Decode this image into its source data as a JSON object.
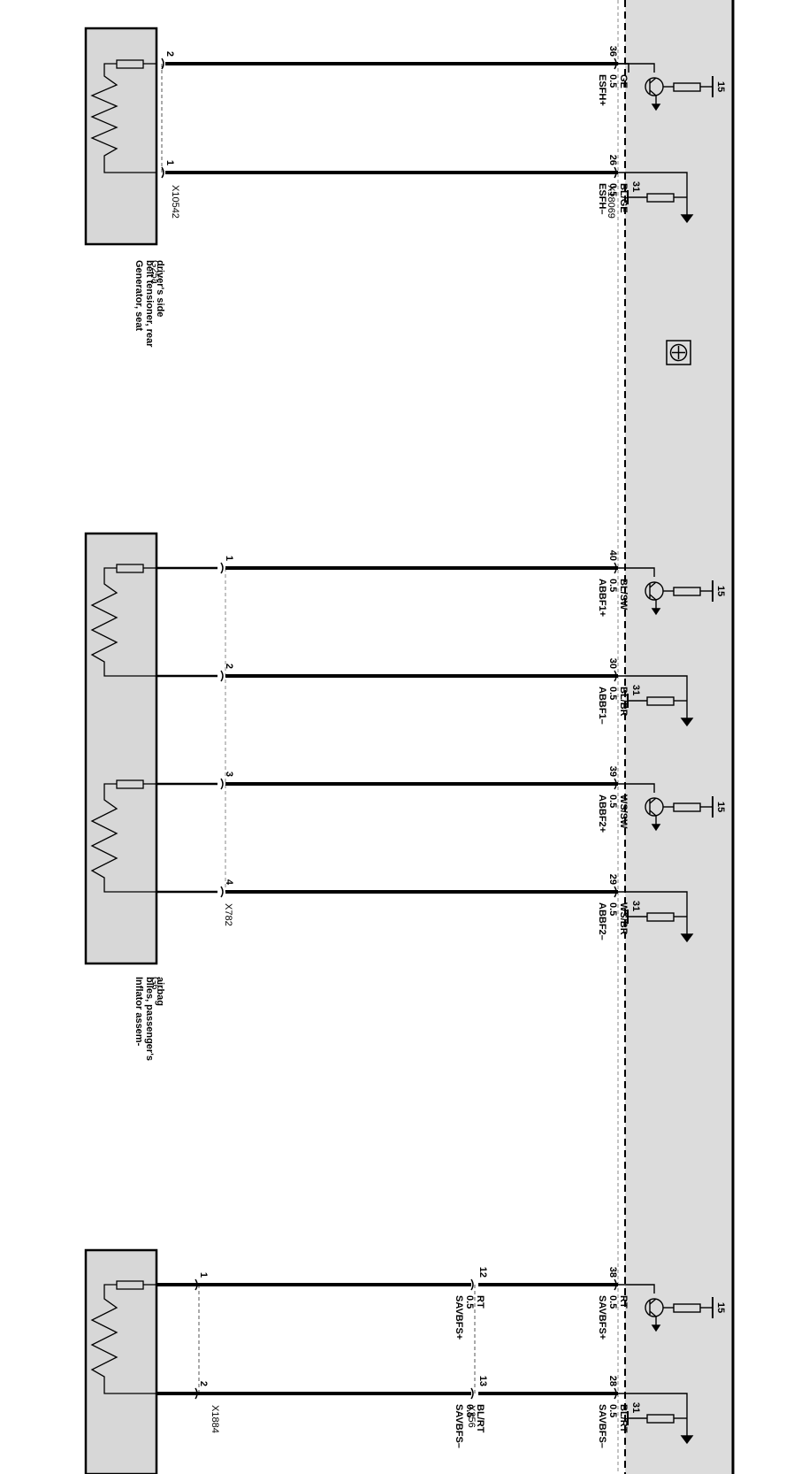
{
  "components": [
    {
      "id": "G25a",
      "desc": [
        "Generator, seat",
        "belt tensioner, rear",
        "driver's side"
      ],
      "connector": "X10542"
    },
    {
      "id": "G6",
      "desc": [
        "Inflator assem-",
        "blies, passenger's",
        "airbag"
      ],
      "connector": "X782"
    },
    {
      "id": "",
      "desc": [],
      "connector": "X1884"
    }
  ],
  "module": {
    "connector": "X18069",
    "supply_terminal": "15",
    "ground_terminal": "31",
    "icon": "airbag-module-icon"
  },
  "wires": [
    {
      "module_pin": "36",
      "comp_pin": "2",
      "label": [
        "ESFH+",
        "0.5",
        "GE"
      ]
    },
    {
      "module_pin": "26",
      "comp_pin": "1",
      "label": [
        "ESFH–",
        "0.5",
        "BL/GE"
      ]
    },
    {
      "module_pin": "40",
      "comp_pin": "1",
      "label": [
        "ABBF1+",
        "0.5",
        "BL/SW"
      ]
    },
    {
      "module_pin": "30",
      "comp_pin": "2",
      "label": [
        "ABBF1–",
        "0.5",
        "BL/BR"
      ]
    },
    {
      "module_pin": "39",
      "comp_pin": "3",
      "label": [
        "ABBF2+",
        "0.5",
        "WS/SW"
      ]
    },
    {
      "module_pin": "29",
      "comp_pin": "4",
      "label": [
        "ABBF2–",
        "0.5",
        "WS/BR"
      ]
    },
    {
      "module_pin": "38",
      "comp_pin": "1",
      "mid_pin": "12",
      "label": [
        "SAVBFS+",
        "0.5",
        "RT"
      ],
      "label2": [
        "SAVBFS+",
        "0.5",
        "RT"
      ]
    },
    {
      "module_pin": "28",
      "comp_pin": "2",
      "mid_pin": "13",
      "label": [
        "SAVBFS–",
        "0.5",
        "BL/RT"
      ],
      "label2": [
        "SAVBFS–",
        "0.5",
        "BL/RT"
      ]
    }
  ],
  "mid_connector": "X256",
  "colors": {
    "module_fill": "#dcdcdc",
    "box_fill": "#d7d7d7",
    "wire": "#000000",
    "dashed": "#888888"
  }
}
